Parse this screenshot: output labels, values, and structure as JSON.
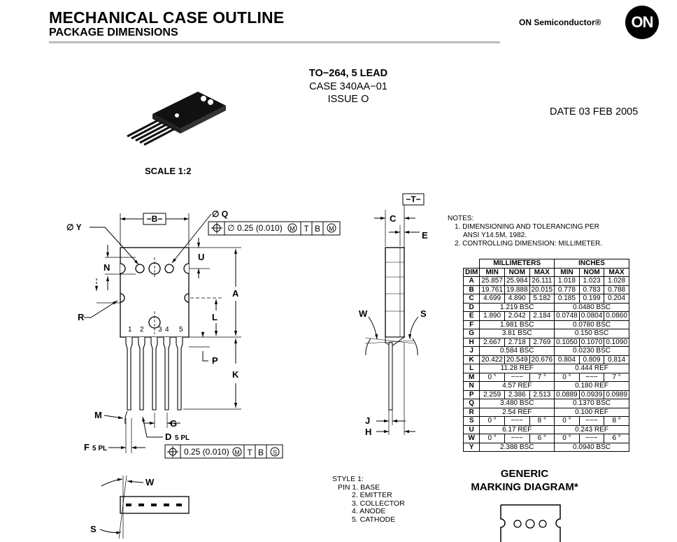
{
  "header": {
    "title": "MECHANICAL CASE OUTLINE",
    "subtitle": "PACKAGE DIMENSIONS",
    "brand": "ON Semiconductor®",
    "logo": "ON"
  },
  "package": {
    "name": "TO−264, 5 LEAD",
    "case": "CASE 340AA−01",
    "issue": "ISSUE O",
    "date": "DATE 03 FEB 2005",
    "scale": "SCALE 1:2"
  },
  "drawing": {
    "datum_b": "−B−",
    "datum_t": "−T−",
    "label_y": "∅ Y",
    "label_q": "∅ Q",
    "fcf_top": {
      "value": "0.25 (0.010)",
      "mod": "M",
      "d1": "T",
      "d2": "B",
      "mod2": "M"
    },
    "fcf_bottom": {
      "value": "0.25 (0.010)",
      "mod": "M",
      "d1": "T",
      "d2": "B",
      "mod2": "S"
    },
    "pins": [
      "1",
      "2",
      "3",
      "4",
      "5"
    ],
    "letters": {
      "n": "N",
      "u": "U",
      "a": "A",
      "r": "R",
      "l": "L",
      "p": "P",
      "k": "K",
      "m": "M",
      "g": "G",
      "d": "D",
      "d_pl": "5 PL",
      "f": "F",
      "f_pl": "5 PL",
      "c": "C",
      "e": "E",
      "w": "W",
      "s": "S",
      "j": "J",
      "h": "H",
      "w2": "W",
      "s2": "S"
    }
  },
  "notes": {
    "heading": "NOTES:",
    "n1a": "1.  DIMENSIONING AND TOLERANCING PER",
    "n1b": "ANSI Y14.5M, 1982.",
    "n2": "2.  CONTROLLING DIMENSION: MILLIMETER."
  },
  "table": {
    "group_mm": "MILLIMETERS",
    "group_in": "INCHES",
    "headers": [
      "DIM",
      "MIN",
      "NOM",
      "MAX",
      "MIN",
      "NOM",
      "MAX"
    ],
    "rows": [
      [
        "A",
        "25.857",
        "25.984",
        "26.111",
        "1.018",
        "1.023",
        "1.028"
      ],
      [
        "B",
        "19.761",
        "19.888",
        "20.015",
        "0.778",
        "0.783",
        "0.788"
      ],
      [
        "C",
        "4.699",
        "4.890",
        "5.182",
        "0.185",
        "0.199",
        "0.204"
      ],
      [
        "D",
        "1.219 BSC",
        "0.0480 BSC"
      ],
      [
        "E",
        "1.890",
        "2.042",
        "2.184",
        "0.0748",
        "0.0804",
        "0.0860"
      ],
      [
        "F",
        "1.981 BSC",
        "0.0780 BSC"
      ],
      [
        "G",
        "3.81 BSC",
        "0.150 BSC"
      ],
      [
        "H",
        "2.667",
        "2.718",
        "2.769",
        "0.1050",
        "0.1070",
        "0.1090"
      ],
      [
        "J",
        "0.584 BSC",
        "0.0230 BSC"
      ],
      [
        "K",
        "20.422",
        "20.549",
        "20.676",
        "0.804",
        "0.809",
        "0.814"
      ],
      [
        "L",
        "11.28 REF",
        "0.444 REF"
      ],
      [
        "M",
        "0 °",
        "−−−",
        "7 °",
        "0 °",
        "−−−",
        "7 °"
      ],
      [
        "N",
        "4.57 REF",
        "0.180 REF"
      ],
      [
        "P",
        "2.259",
        "2.386",
        "2.513",
        "0.0889",
        "0.0939",
        "0.0989"
      ],
      [
        "Q",
        "3.480 BSC",
        "0.1370 BSC"
      ],
      [
        "R",
        "2.54 REF",
        "0.100 REF"
      ],
      [
        "S",
        "0 °",
        "−−−",
        "8 °",
        "0 °",
        "−−−",
        "8 °"
      ],
      [
        "U",
        "6.17 REF",
        "0.243 REF"
      ],
      [
        "W",
        "0 °",
        "−−−",
        "6 °",
        "0 °",
        "−−−",
        "6 °"
      ],
      [
        "Y",
        "2.388 BSC",
        "0.0940 BSC"
      ]
    ]
  },
  "style": {
    "heading": "STYLE 1:",
    "p1": "PIN 1.  BASE",
    "p2": "2.  EMITTER",
    "p3": "3.  COLLECTOR",
    "p4": "4.  ANODE",
    "p5": "5.  CATHODE"
  },
  "marking": {
    "line1": "GENERIC",
    "line2": "MARKING DIAGRAM*"
  }
}
